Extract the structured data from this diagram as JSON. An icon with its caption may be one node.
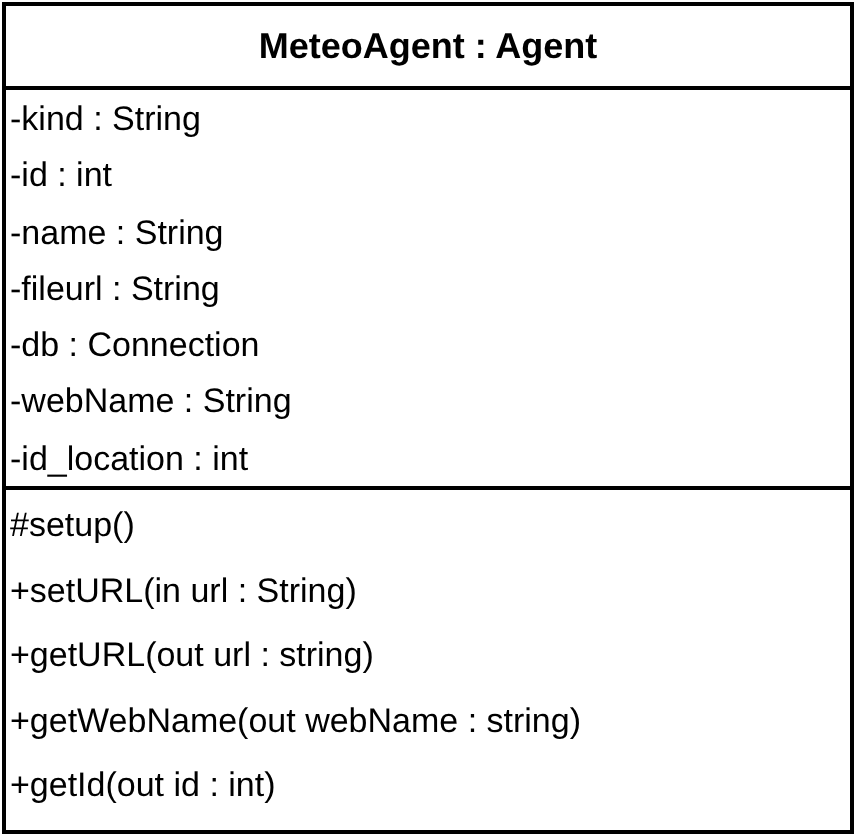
{
  "diagram": {
    "nodes": [
      {
        "text": [
          "MeteoAgent : Agent"
        ]
      },
      {
        "text": [
          "-kind : String",
          "-id : int",
          "-name : String",
          "-fileurl : String",
          "-db : Connection",
          "-webName : String",
          "-id_location : int"
        ],
        "in": 0
      },
      {
        "text": [
          "#setup()",
          "+setURL(in url : String)",
          "+getURL(out url : string)",
          "+getWebName(out webName : string)",
          "+getId(out id : int)"
        ],
        "in": 0
      }
    ],
    "edges": []
  }
}
